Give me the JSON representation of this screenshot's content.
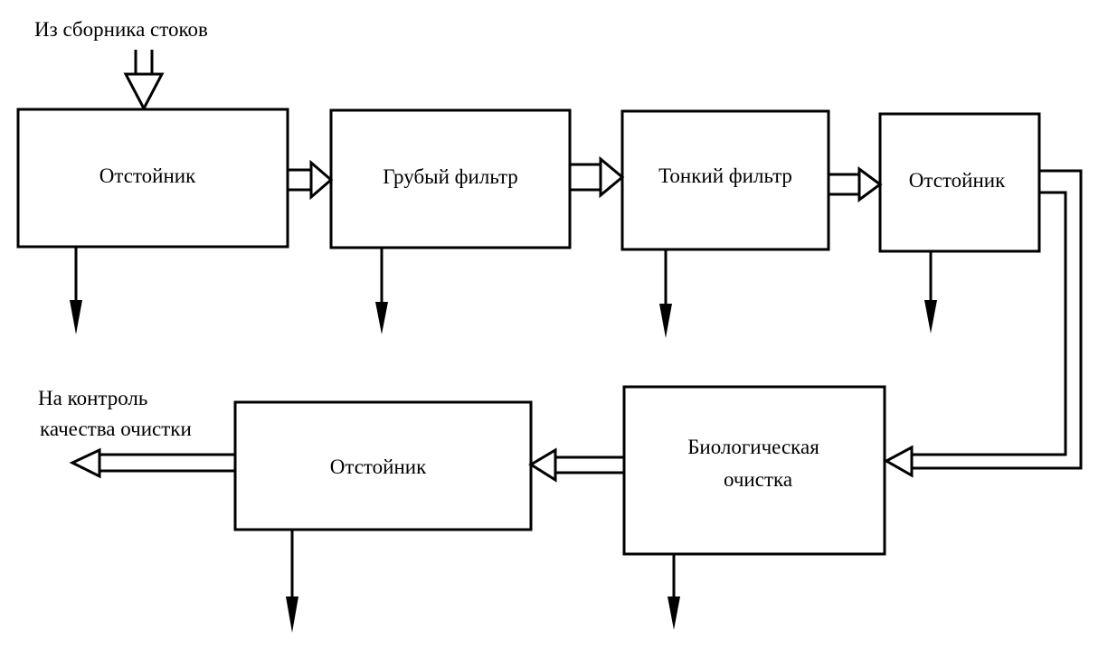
{
  "source_label": "Из сборника стоков",
  "output_label": [
    "На контроль",
    "качества очистки"
  ],
  "boxes": {
    "settler1": "Отстойник",
    "coarse_filter": "Грубый фильтр",
    "fine_filter": "Тонкий  фильтр",
    "settler2": "Отстойник",
    "bio": [
      "Биологическая",
      "очистка"
    ],
    "settler3": "Отстойник"
  }
}
